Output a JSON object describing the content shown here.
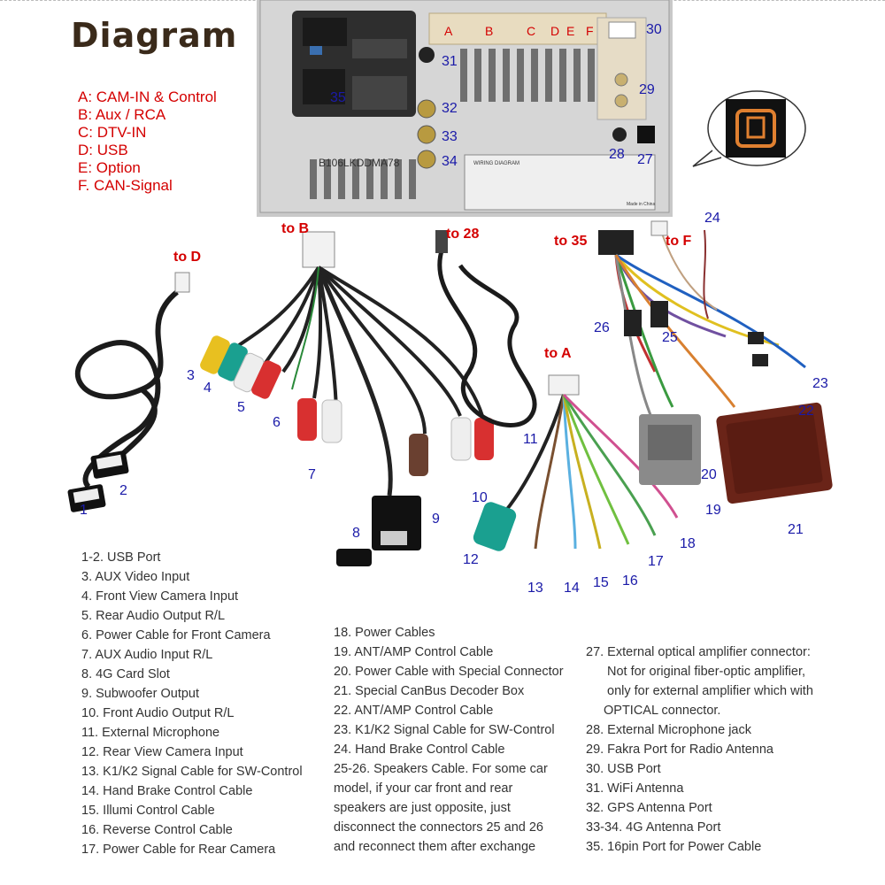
{
  "title": "Diagram",
  "legend": [
    "A: CAM-IN & Control",
    "B: Aux / RCA",
    "C: DTV-IN",
    "D: USB",
    "E: Option",
    "F. CAN-Signal"
  ],
  "unit": {
    "connector_letters": [
      "A",
      "B",
      "C",
      "D",
      "E",
      "F"
    ],
    "serial": "B106LKDDMA78",
    "label_title": "WIRING DIAGRAM",
    "made_in": "Made in China",
    "numbers": {
      "n30": "30",
      "n31": "31",
      "n29": "29",
      "n35": "35",
      "n32": "32",
      "n33": "33",
      "n34": "34",
      "n28": "28",
      "n27": "27"
    }
  },
  "callouts": {
    "to_b": "to B",
    "to_28": "to 28",
    "to_35": "to 35",
    "to_f": "to F",
    "to_d": "to D",
    "to_a": "to A"
  },
  "cable_numbers": {
    "c1": "1",
    "c2": "2",
    "c3": "3",
    "c4": "4",
    "c5": "5",
    "c6": "6",
    "c7": "7",
    "c8": "8",
    "c9": "9",
    "c10": "10",
    "c11": "11",
    "c12": "12",
    "c13": "13",
    "c14": "14",
    "c15": "15",
    "c16": "16",
    "c17": "17",
    "c18": "18",
    "c19": "19",
    "c20": "20",
    "c21": "21",
    "c22": "22",
    "c23": "23",
    "c24": "24",
    "c25": "25",
    "c26": "26"
  },
  "list_col1": [
    "1-2. USB Port",
    "3. AUX Video Input",
    "4. Front View Camera Input",
    "5. Rear Audio Output R/L",
    "6. Power Cable for Front Camera",
    "7. AUX Audio Input R/L",
    "8. 4G Card Slot",
    "9. Subwoofer Output",
    "10. Front Audio Output R/L",
    "11. External Microphone",
    "12. Rear View Camera Input",
    "13. K1/K2 Signal Cable for SW-Control",
    "14. Hand Brake Control Cable",
    "15. Illumi Control Cable",
    "16. Reverse Control Cable",
    "17. Power Cable for Rear Camera"
  ],
  "list_col2": [
    "18. Power Cables",
    "19. ANT/AMP Control Cable",
    "20. Power Cable with Special Connector",
    "21. Special CanBus Decoder Box",
    "22. ANT/AMP Control Cable",
    "23. K1/K2 Signal Cable for SW-Control",
    "24. Hand Brake Control Cable",
    "25-26. Speakers Cable. For some car",
    "model, if your car front and rear",
    "speakers are just opposite, just",
    "disconnect the connectors 25 and 26",
    "and reconnect them after exchange"
  ],
  "list_col3": [
    "27. External optical amplifier connector:",
    "Not for original fiber-optic amplifier,",
    "only for external amplifier which with",
    "OPTICAL connector.",
    "28. External Microphone jack",
    "29. Fakra Port for Radio Antenna",
    "30. USB Port",
    "31. WiFi Antenna",
    "32. GPS Antenna Port",
    "33-34. 4G Antenna Port",
    "35. 16pin Port for Power Cable"
  ]
}
